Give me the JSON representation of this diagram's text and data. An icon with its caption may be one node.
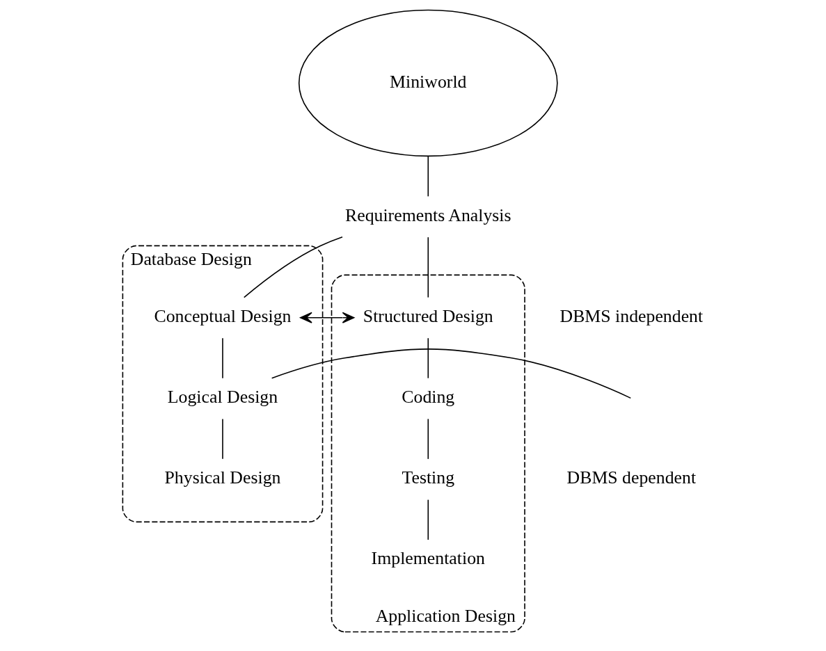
{
  "diagram": {
    "nodes": [
      {
        "text": [
          "Miniworld"
        ]
      },
      {
        "text": [
          "Requirements Analysis"
        ]
      },
      {
        "text": [
          "Database Design"
        ]
      },
      {
        "text": [
          "Conceptual Design"
        ],
        "in": 2
      },
      {
        "text": [
          "Logical Design"
        ],
        "in": 2
      },
      {
        "text": [
          "Physical Design"
        ],
        "in": 2
      },
      {
        "text": [
          "Application Design"
        ]
      },
      {
        "text": [
          "Structured Design"
        ],
        "in": 6
      },
      {
        "text": [
          "Coding"
        ],
        "in": 6
      },
      {
        "text": [
          "Testing"
        ],
        "in": 6
      },
      {
        "text": [
          "Implementation"
        ],
        "in": 6
      }
    ],
    "edges": [
      {
        "from": 0,
        "to": 1,
        "arrow": "none"
      },
      {
        "from": 1,
        "to": 3,
        "arrow": "none"
      },
      {
        "from": 1,
        "to": 7,
        "arrow": "none"
      },
      {
        "from": 3,
        "to": 7,
        "arrow": "both"
      },
      {
        "from": 3,
        "to": 4,
        "arrow": "none"
      },
      {
        "from": 4,
        "to": 5,
        "arrow": "none"
      },
      {
        "from": 7,
        "to": 8,
        "arrow": "none"
      },
      {
        "from": 8,
        "to": 9,
        "arrow": "none"
      },
      {
        "from": 9,
        "to": 10,
        "arrow": "none"
      },
      {
        "from": null,
        "to": 4,
        "arrow": "none"
      }
    ],
    "labels": [
      "DBMS independent",
      "DBMS dependent"
    ]
  }
}
